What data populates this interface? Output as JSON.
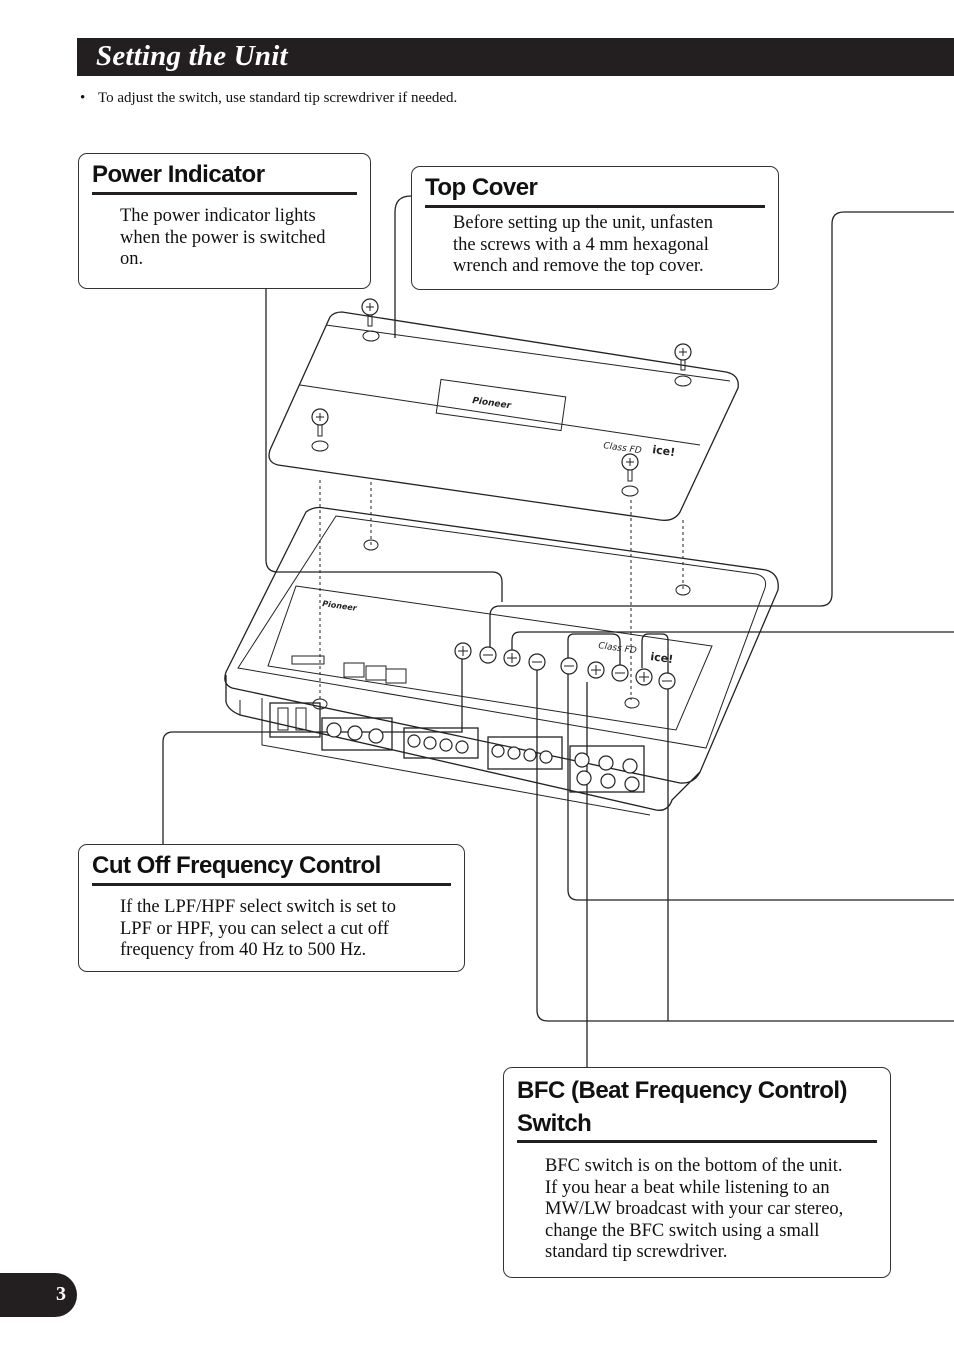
{
  "header": {
    "title": "Setting the Unit"
  },
  "note": {
    "bullet": "•",
    "text": "To adjust the switch, use standard tip screwdriver if needed."
  },
  "callouts": {
    "power_indicator": {
      "title": "Power Indicator",
      "body": "The power indicator lights\nwhen the power is switched\non."
    },
    "top_cover": {
      "title": "Top Cover",
      "body": "Before setting up the unit, unfasten\nthe screws with a 4 mm hexagonal\nwrench and remove the top cover."
    },
    "cut_off_frequency": {
      "title": "Cut Off Frequency Control",
      "body": "If the LPF/HPF select switch is set to\nLPF or HPF, you can select a cut off\n frequency from 40 Hz to 500 Hz."
    },
    "bfc_switch": {
      "title": "BFC (Beat Frequency Control)\nSwitch",
      "body": "BFC switch is on the bottom of the unit.\nIf you hear a beat while listening to an\nMW/LW broadcast with your car stereo,\nchange the BFC switch using a small\nstandard tip screwdriver."
    }
  },
  "illustration": {
    "brand": "Pioneer",
    "class_label": "Class FD",
    "ice_logo": "ice!"
  },
  "footer": {
    "page_number": "3"
  }
}
